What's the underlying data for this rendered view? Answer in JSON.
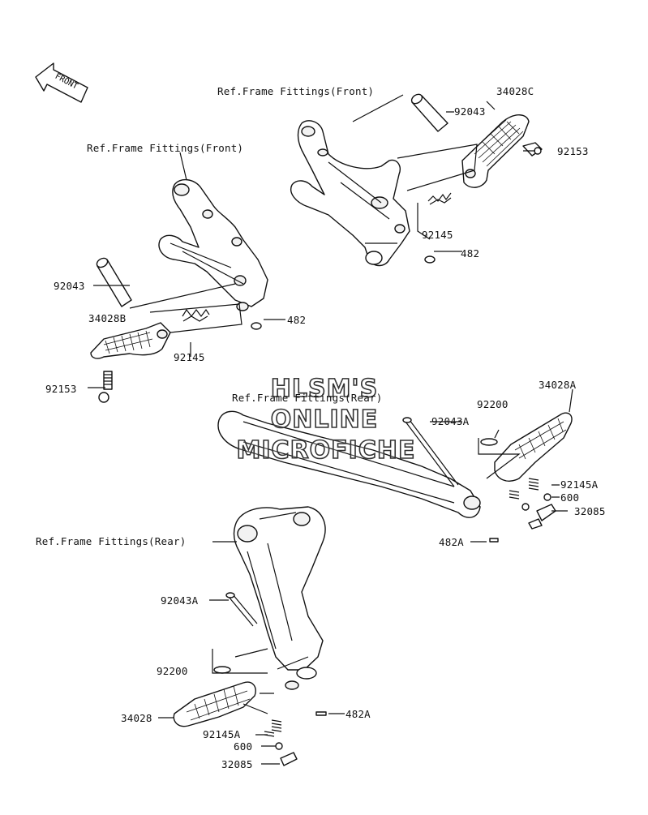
{
  "front_arrow": {
    "label": "FRONT",
    "icon": "front-direction-arrow"
  },
  "watermark": {
    "line1": "HLSM'S",
    "line2": "ONLINE",
    "line3": "MICROFICHE"
  },
  "callouts": {
    "ref_front_upper": "Ref.Frame Fittings(Front)",
    "ref_front_left": "Ref.Frame Fittings(Front)",
    "ref_rear_upper": "Ref.Frame Fittings(Rear)",
    "ref_rear_left": "Ref.Frame Fittings(Rear)",
    "p92043_right": "92043",
    "p34028C": "34028C",
    "p92153_right": "92153",
    "p92145_right": "92145",
    "p482_right": "482",
    "p92043_left": "92043",
    "p34028B": "34028B",
    "p482_left": "482",
    "p92145_left": "92145",
    "p92153_left": "92153",
    "p34028A": "34028A",
    "p92200_right": "92200",
    "p92043A_right": "92043A",
    "p92145A_right": "92145A",
    "p600_right": "600",
    "p32085_right": "32085",
    "p482A_right": "482A",
    "p92043A_left": "92043A",
    "p92200_left": "92200",
    "p482A_left": "482A",
    "p34028": "34028",
    "p92145A_left": "92145A",
    "p600_left": "600",
    "p32085_left": "32085"
  },
  "colors": {
    "line": "#111111",
    "background": "#ffffff"
  }
}
